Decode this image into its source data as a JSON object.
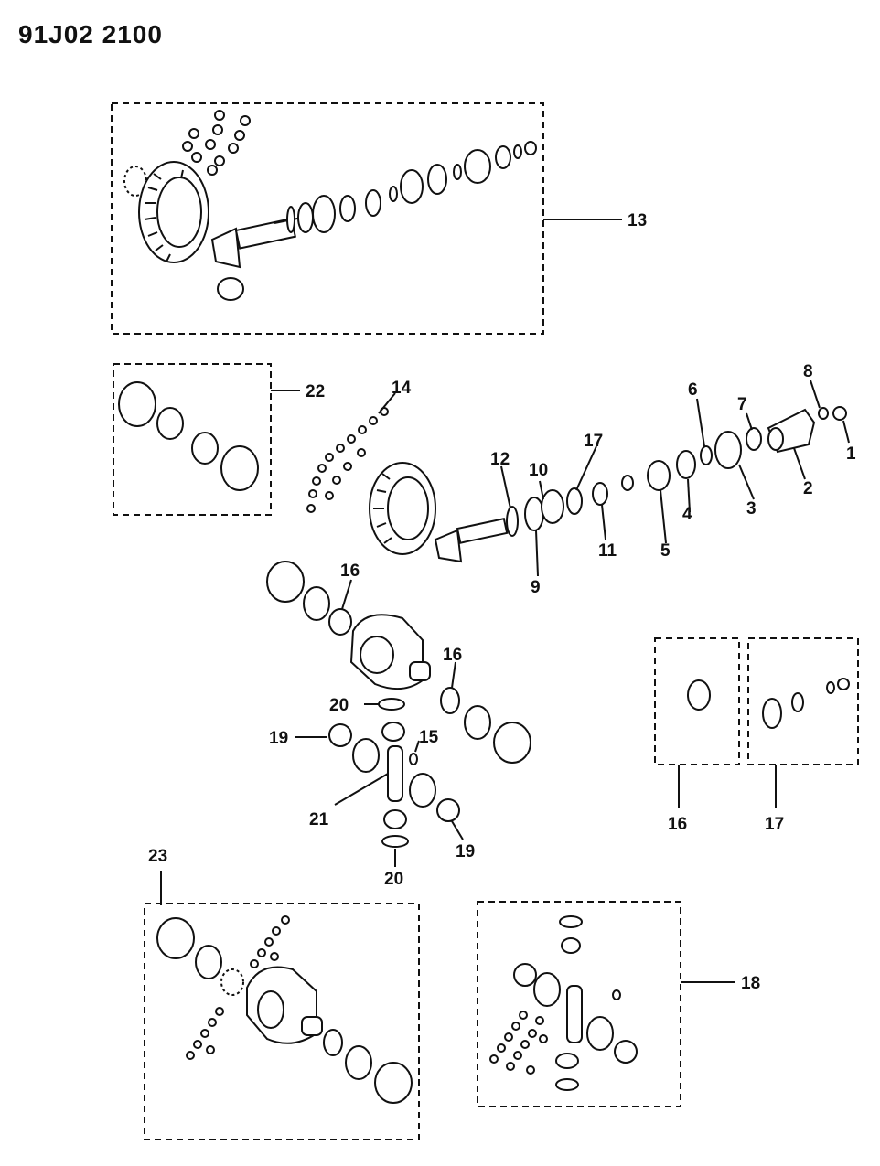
{
  "diagram_code": "91J02 2100",
  "callouts": [
    {
      "id": "c1",
      "text": "1"
    },
    {
      "id": "c2",
      "text": "2"
    },
    {
      "id": "c3",
      "text": "3"
    },
    {
      "id": "c4",
      "text": "4"
    },
    {
      "id": "c5",
      "text": "5"
    },
    {
      "id": "c6",
      "text": "6"
    },
    {
      "id": "c7",
      "text": "7"
    },
    {
      "id": "c8",
      "text": "8"
    },
    {
      "id": "c9",
      "text": "9"
    },
    {
      "id": "c10",
      "text": "10"
    },
    {
      "id": "c11",
      "text": "11"
    },
    {
      "id": "c12",
      "text": "12"
    },
    {
      "id": "c13",
      "text": "13"
    },
    {
      "id": "c14",
      "text": "14"
    },
    {
      "id": "c15",
      "text": "15"
    },
    {
      "id": "c16a",
      "text": "16"
    },
    {
      "id": "c16b",
      "text": "16"
    },
    {
      "id": "c16c",
      "text": "16"
    },
    {
      "id": "c17a",
      "text": "17"
    },
    {
      "id": "c17b",
      "text": "17"
    },
    {
      "id": "c18",
      "text": "18"
    },
    {
      "id": "c19a",
      "text": "19"
    },
    {
      "id": "c19b",
      "text": "19"
    },
    {
      "id": "c20a",
      "text": "20"
    },
    {
      "id": "c20b",
      "text": "20"
    },
    {
      "id": "c21",
      "text": "21"
    },
    {
      "id": "c22",
      "text": "22"
    },
    {
      "id": "c23",
      "text": "23"
    }
  ]
}
